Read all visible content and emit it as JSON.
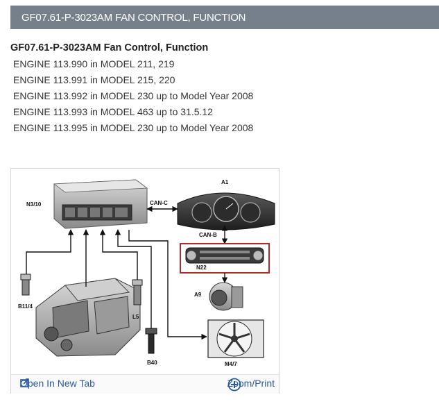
{
  "header": {
    "title": "GF07.61-P-3023AM FAN CONTROL, FUNCTION"
  },
  "document": {
    "heading": "GF07.61-P-3023AM Fan Control, Function",
    "engines": [
      "ENGINE 113.990 in MODEL 211, 219",
      "ENGINE 113.991 in MODEL 215, 220",
      "ENGINE 113.992 in MODEL 230 up to Model Year 2008",
      "ENGINE 113.993 in MODEL 463 up to 31.5.12",
      "ENGINE 113.995 in MODEL 230 up to Model Year 2008"
    ]
  },
  "figure": {
    "labels": {
      "n3_10": "N3/10",
      "a1": "A1",
      "can_c": "CAN-C",
      "can_b": "CAN-B",
      "n22": "N22",
      "a9": "A9",
      "b11_4": "B11/4",
      "l5": "L5",
      "b40": "B40",
      "m4_7": "M4/7"
    },
    "highlight_color": "#b22a2a",
    "footer": {
      "open_tab": "Open In New Tab",
      "zoom_print": "Zoom/Print"
    }
  }
}
